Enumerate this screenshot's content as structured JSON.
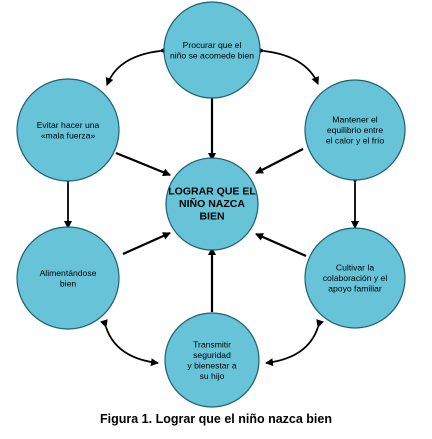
{
  "colors": {
    "node_fill": "#66c3d8",
    "node_stroke": "#1f5f73",
    "arrow": "#000000"
  },
  "center": {
    "lines": [
      "LOGRAR QUE EL",
      "NIÑO NAZCA",
      "BIEN"
    ]
  },
  "nodes": [
    {
      "id": "top",
      "lines": [
        "Procurar que el",
        "niño se acomede bien"
      ]
    },
    {
      "id": "upper-right",
      "lines": [
        "Mantener el",
        "equilibrio entre",
        "el calor y el frío"
      ]
    },
    {
      "id": "lower-right",
      "lines": [
        "Cultivar la",
        "colaboración y el",
        "apoyo familiar"
      ]
    },
    {
      "id": "bottom",
      "lines": [
        "Transmitir",
        "seguridad",
        "y bienestar a",
        "su hijo"
      ]
    },
    {
      "id": "lower-left",
      "lines": [
        "Alimentándose",
        "bien"
      ]
    },
    {
      "id": "upper-left",
      "lines": [
        "Evitar hacer una",
        "«mala fuerza»"
      ]
    }
  ],
  "caption": "Figura 1. Lograr que el niño nazca bien"
}
